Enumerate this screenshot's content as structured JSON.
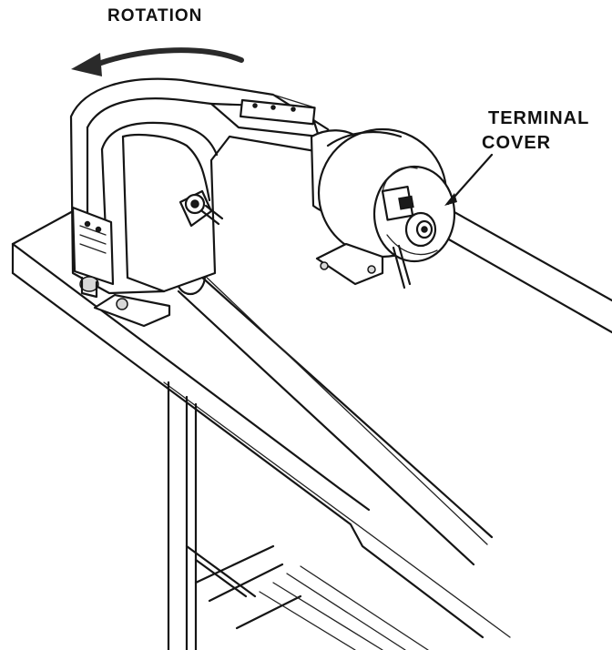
{
  "labels": {
    "rotation": "ROTATION",
    "terminal_line1": "TERMINAL",
    "terminal_line2": "COVER"
  },
  "colors": {
    "ink": "#151515",
    "background": "#ffffff"
  }
}
